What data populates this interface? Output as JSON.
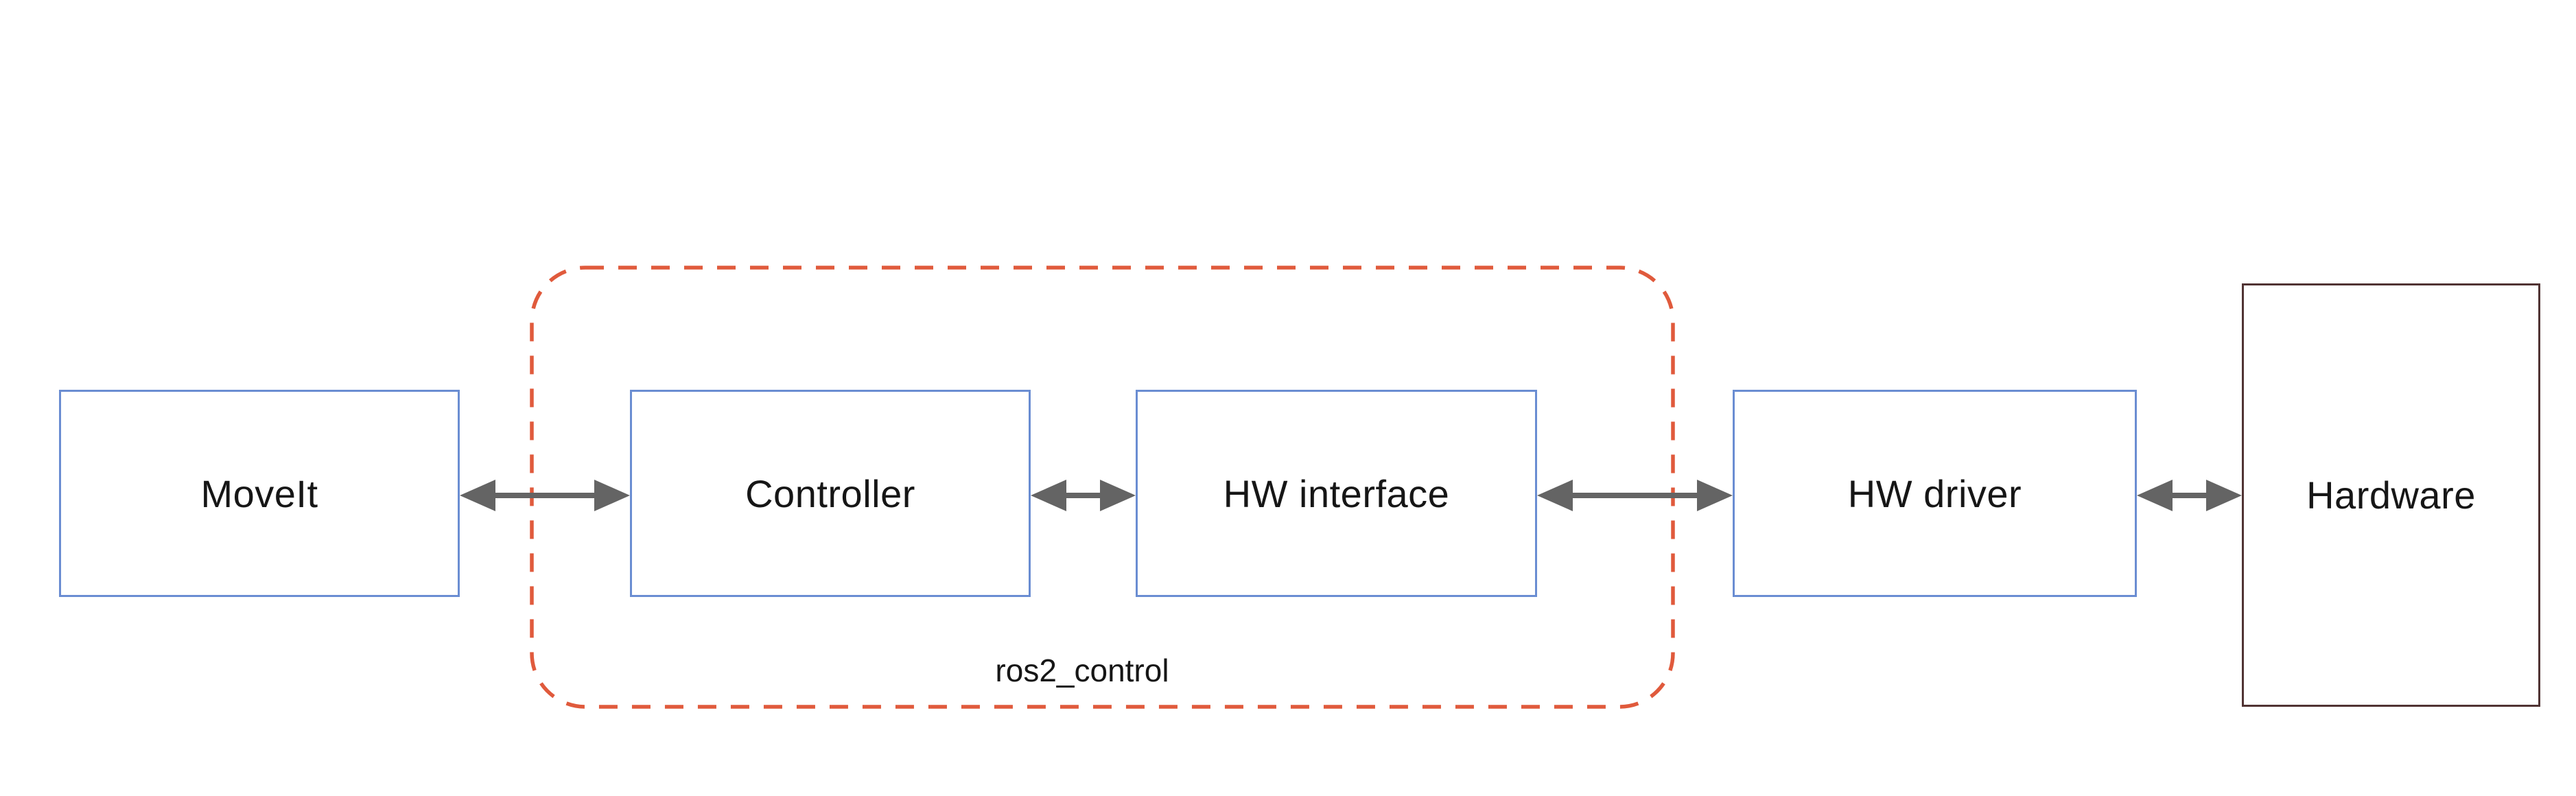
{
  "diagram": {
    "type": "architecture-flow",
    "nodes": [
      {
        "id": "moveit",
        "label": "MoveIt",
        "border_color": "#6a8dd2"
      },
      {
        "id": "controller",
        "label": "Controller",
        "border_color": "#6a8dd2"
      },
      {
        "id": "hw_interface",
        "label": "HW interface",
        "border_color": "#6a8dd2"
      },
      {
        "id": "hw_driver",
        "label": "HW driver",
        "border_color": "#6a8dd2"
      },
      {
        "id": "hardware",
        "label": "Hardware",
        "border_color": "#503333"
      }
    ],
    "group": {
      "label": "ros2_control",
      "contains": [
        "controller",
        "hw_interface"
      ],
      "border_color": "#e05a3c",
      "border_style": "dashed-rounded"
    },
    "edges": [
      {
        "from": "MoveIt",
        "to": "Controller",
        "type": "bidirectional-arrow"
      },
      {
        "from": "Controller",
        "to": "HW interface",
        "type": "bidirectional-arrow"
      },
      {
        "from": "HW interface",
        "to": "HW driver",
        "type": "bidirectional-arrow"
      },
      {
        "from": "HW driver",
        "to": "Hardware",
        "type": "bidirectional-arrow"
      }
    ],
    "colors": {
      "background": "#ffffff",
      "arrow": "#646464",
      "text": "#161616",
      "blue_box_border": "#6a8dd2",
      "hardware_box_border": "#503333",
      "group_border": "#e05a3c"
    }
  }
}
